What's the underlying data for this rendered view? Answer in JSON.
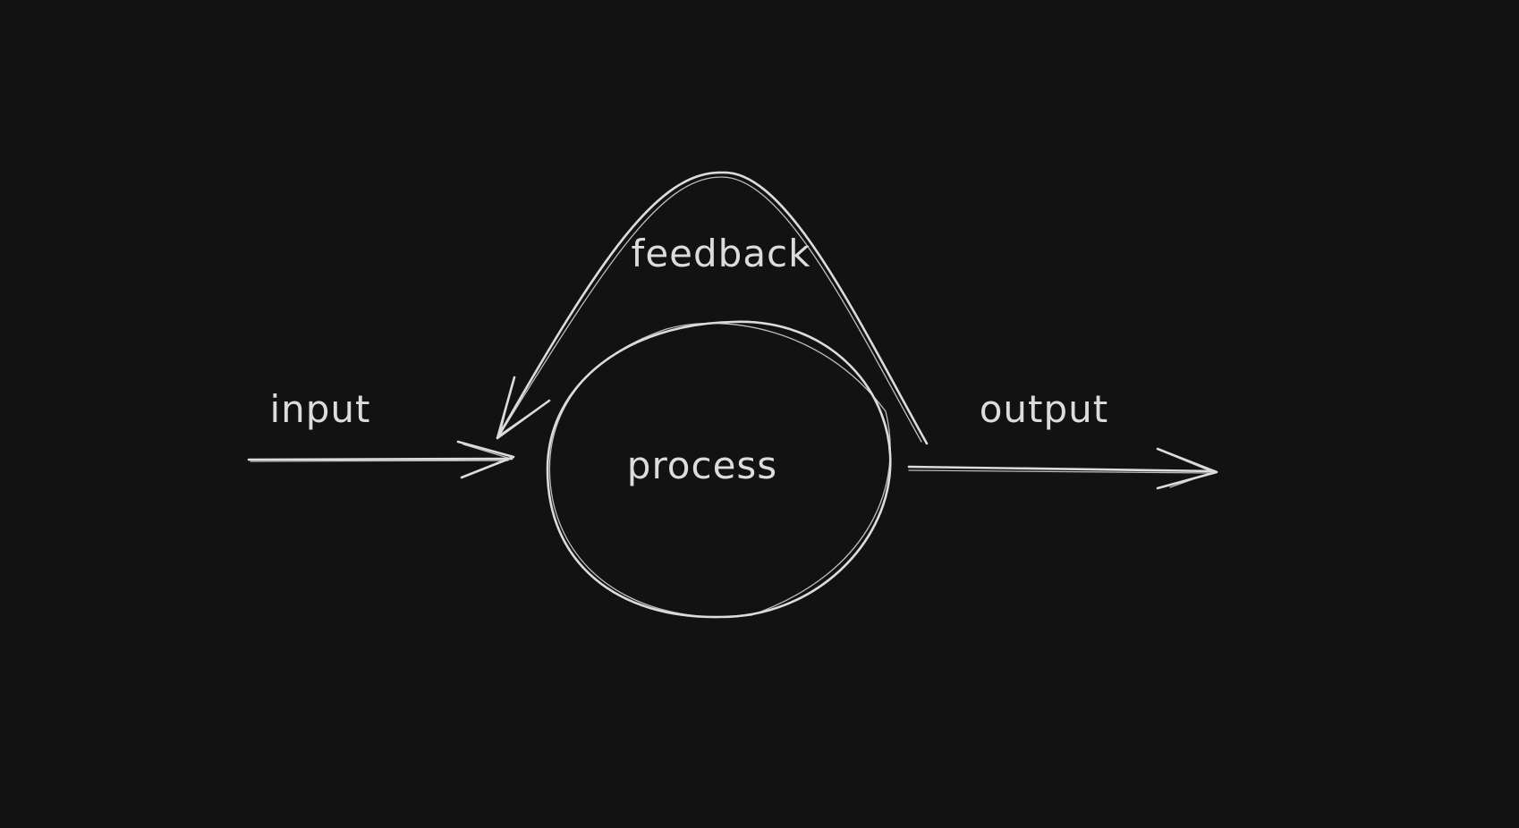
{
  "diagram": {
    "labels": {
      "input": "input",
      "process": "process",
      "output": "output",
      "feedback": "feedback"
    }
  },
  "colors": {
    "background": "#121212",
    "stroke": "#dcdcdc"
  }
}
